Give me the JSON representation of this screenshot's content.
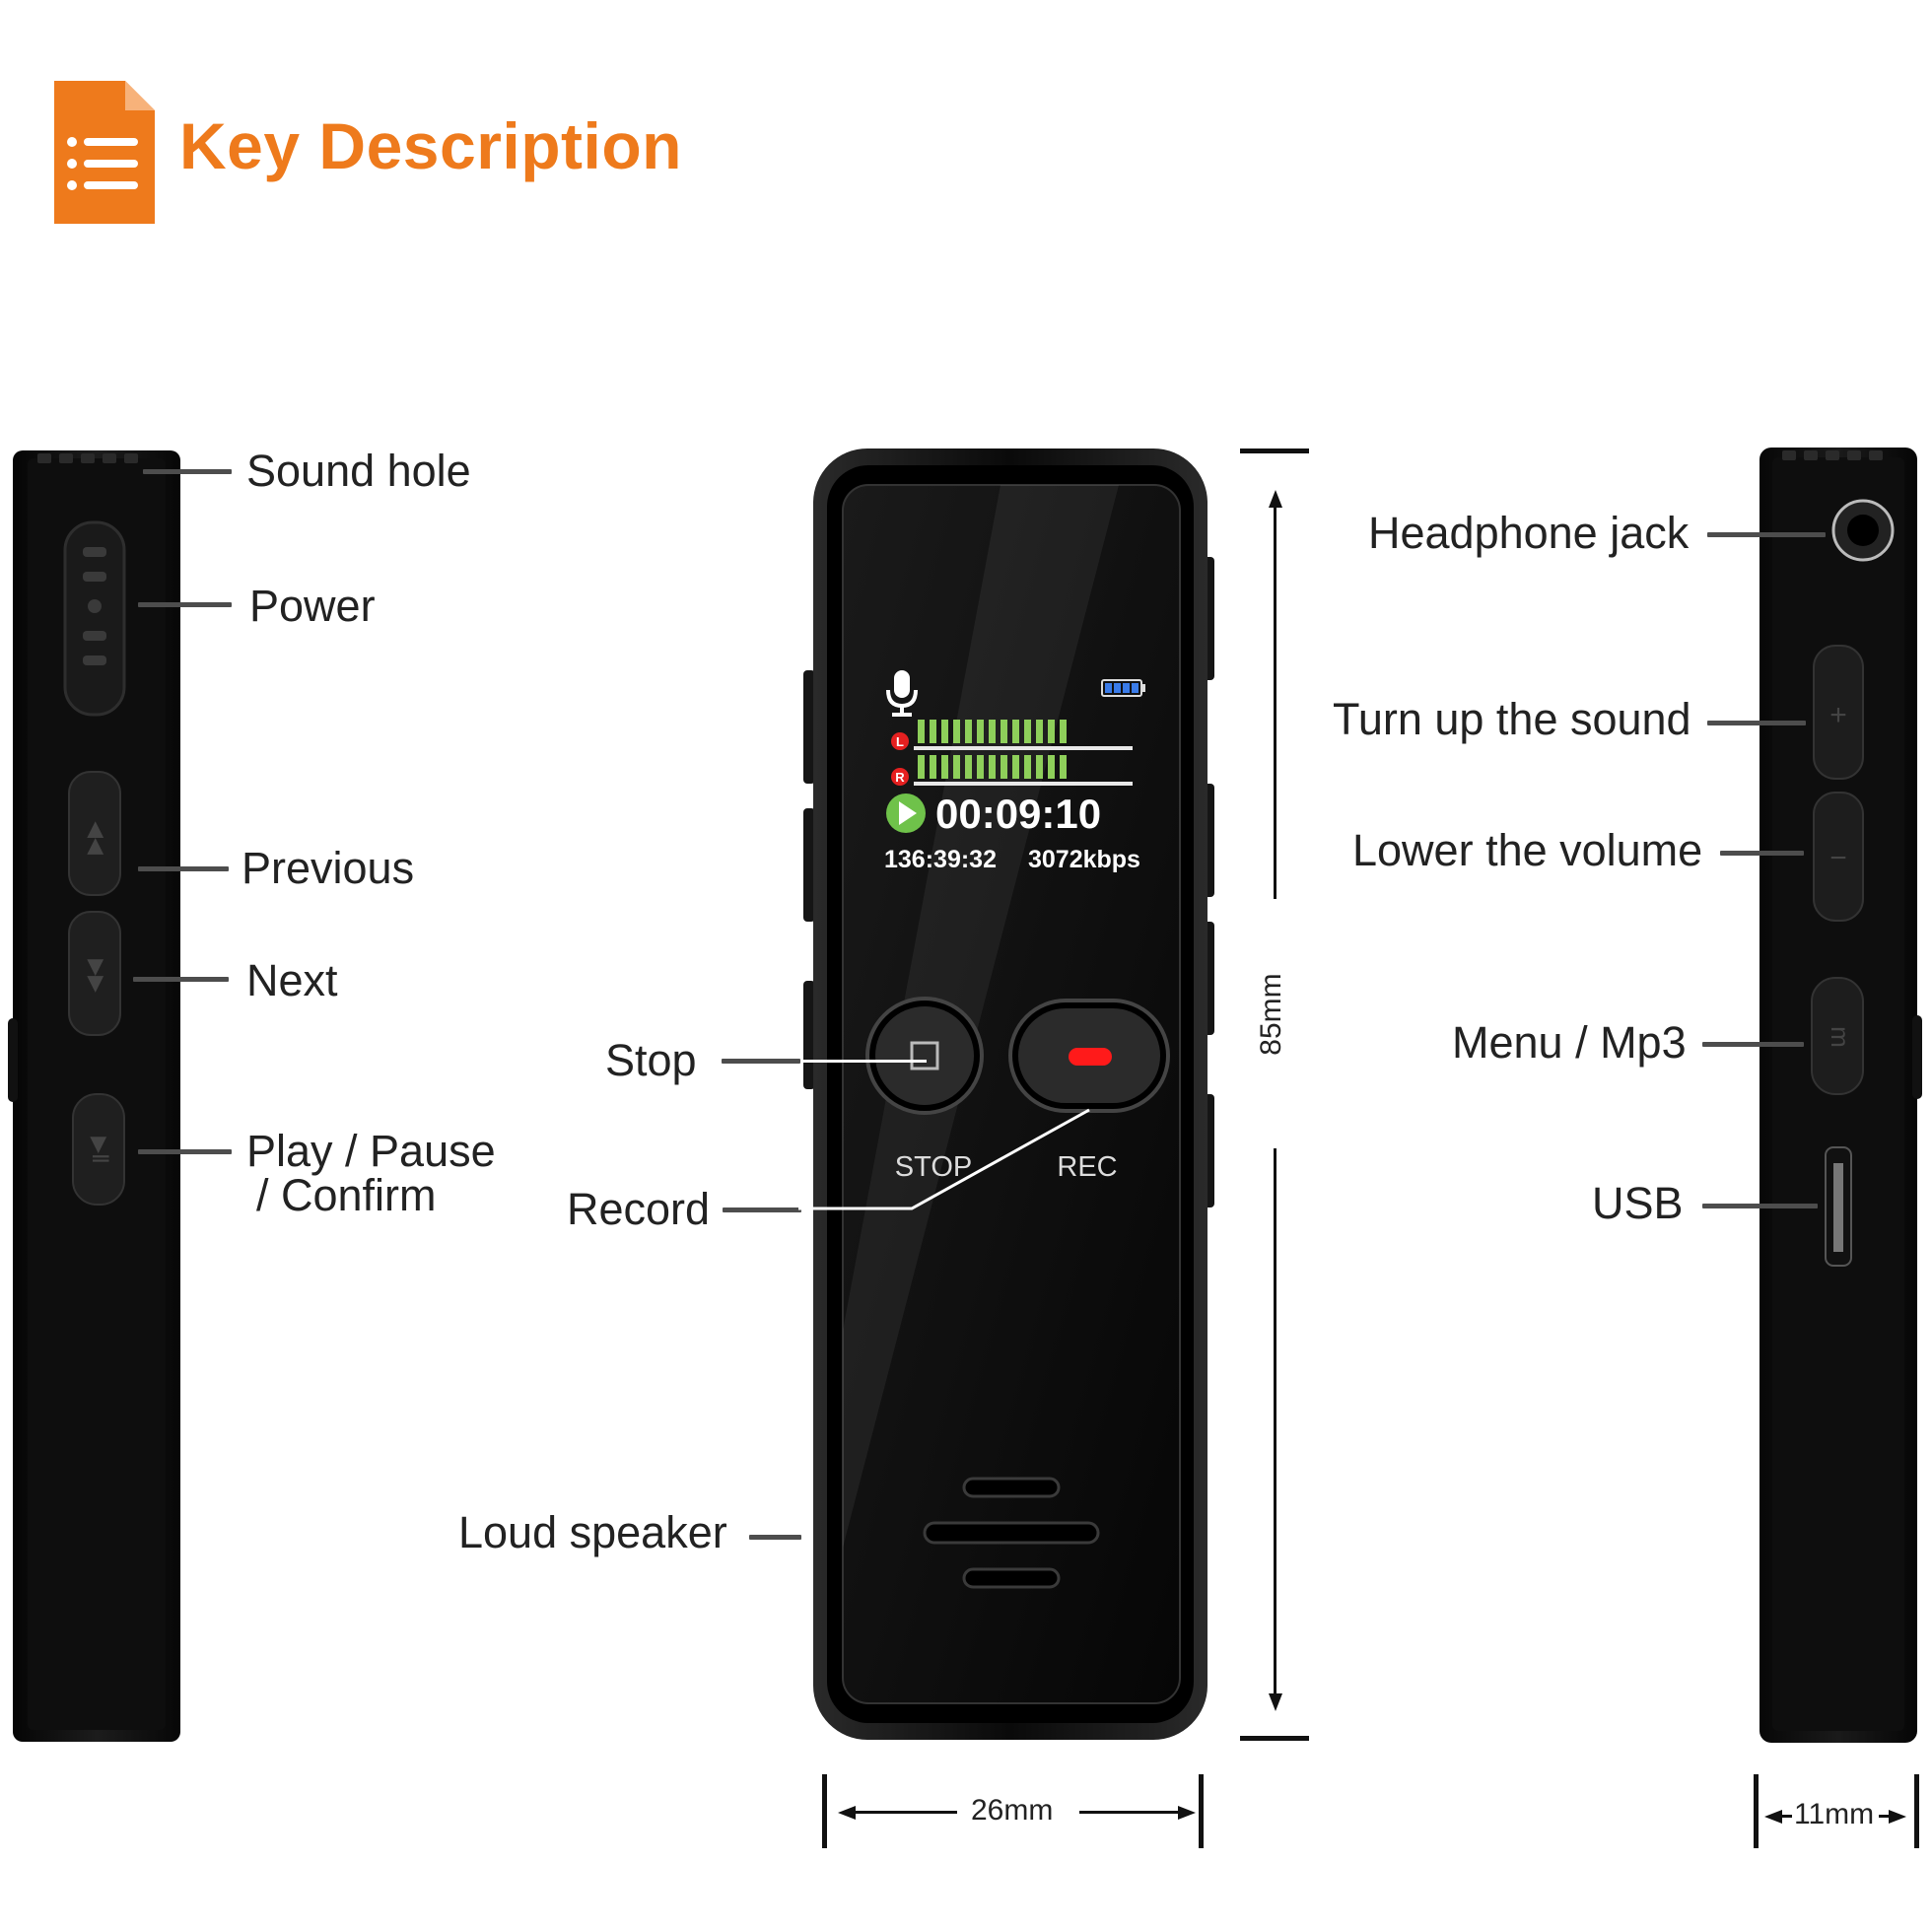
{
  "header": {
    "title": "Key Description",
    "accent_color": "#ee7a1c",
    "icon": "document-list-icon"
  },
  "left_side": {
    "labels": {
      "sound_hole": "Sound hole",
      "power": "Power",
      "previous": "Previous",
      "next": "Next",
      "play_pause_line1": "Play / Pause",
      "play_pause_line2": "/ Confirm"
    }
  },
  "front": {
    "labels": {
      "stop": "Stop",
      "record": "Record",
      "loud_speaker": "Loud speaker"
    },
    "buttons": {
      "stop_caption": "STOP",
      "rec_caption": "REC"
    },
    "screen": {
      "time": "00:09:10",
      "remaining": "136:39:32",
      "bitrate": "3072kbps",
      "channel_left": "L",
      "channel_right": "R",
      "level_color": "#8ecf5a",
      "rec_light_color": "#ff1a1a"
    }
  },
  "right_side": {
    "labels": {
      "headphone_jack": "Headphone jack",
      "turn_up": "Turn up the sound",
      "lower_volume": "Lower the volume",
      "menu_mp3": "Menu / Mp3",
      "usb": "USB"
    }
  },
  "dimensions": {
    "height": "85mm",
    "width": "26mm",
    "depth": "11mm"
  }
}
